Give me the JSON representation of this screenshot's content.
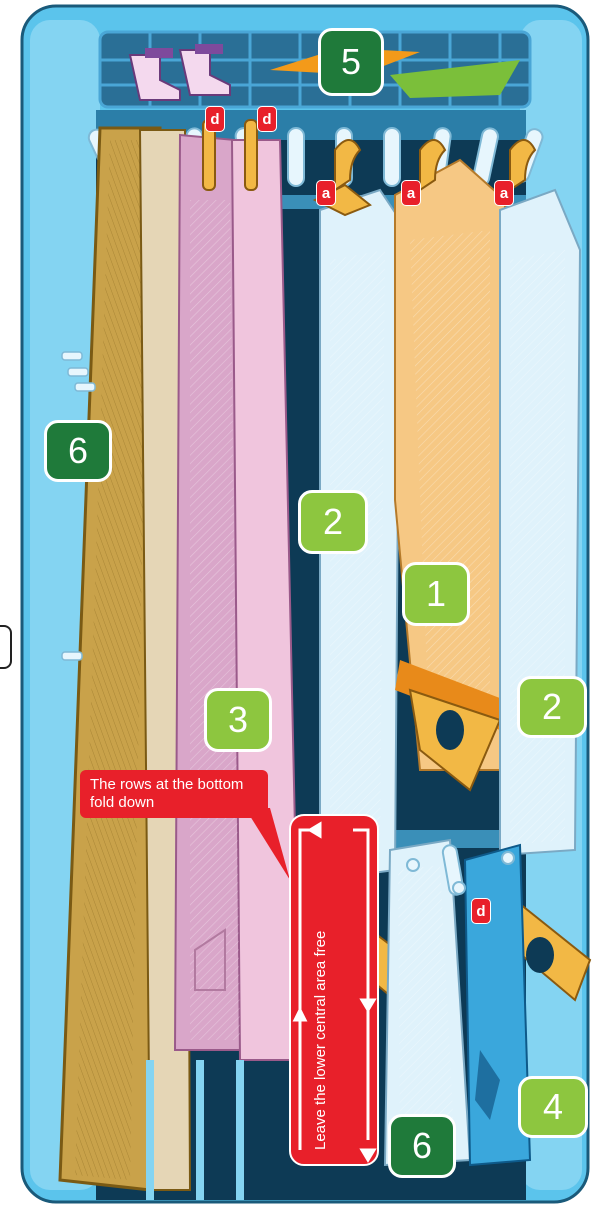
{
  "badges": {
    "b1": "1",
    "b2a": "2",
    "b2b": "2",
    "b3": "3",
    "b4": "4",
    "b5": "5",
    "b6a": "6",
    "b6b": "6"
  },
  "tags": {
    "d": "d",
    "a": "a"
  },
  "notes": {
    "rows_fold": "The rows at the bottom fold down",
    "leave_free": "Leave the lower central area free"
  },
  "colors": {
    "cabinet": "#5bc4ec",
    "cabinet_dark": "#1a5a7a",
    "interior": "#0d3a55",
    "badge_dark": "#1f7a3a",
    "badge_light": "#8dc63f",
    "tag_red": "#e8202a",
    "shirt_blue": "#dff2fb",
    "shirt_yellow": "#f6c884",
    "trousers_pink": "#e7b9d8",
    "trousers_brown": "#b8923a",
    "hanger": "#f2b845"
  },
  "icons": [
    "rack-icon",
    "hanger-icon",
    "sock-icon",
    "peg-icon"
  ]
}
